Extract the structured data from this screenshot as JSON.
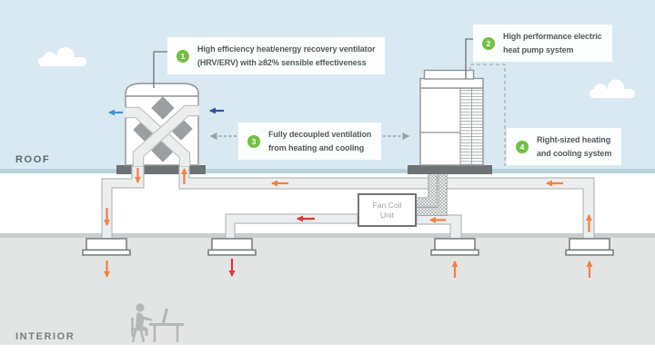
{
  "scene": {
    "roof_label": "ROOF",
    "interior_label": "INTERIOR"
  },
  "callouts": [
    {
      "number": "1",
      "line1": "High efficiency heat/energy recovery ventilator",
      "line2": "(HRV/ERV) with ≥82% sensible effectiveness"
    },
    {
      "number": "2",
      "line1": "High performance electric",
      "line2": "heat pump system"
    },
    {
      "number": "3",
      "line1": "Fully decoupled ventilation",
      "line2": "from heating and cooling"
    },
    {
      "number": "4",
      "line1": "Right-sized heating",
      "line2": "and cooling system"
    }
  ],
  "fan_coil_unit": {
    "line1": "Fan Coil",
    "line2": "Unit"
  },
  "icons": [
    "hrv-erv-unit-icon",
    "heat-pump-unit-icon",
    "fan-coil-unit-box",
    "ceiling-diffuser-icon",
    "cloud-icon",
    "person-at-desk-icon",
    "flow-arrow-icon",
    "dashed-pointer-arrow-icon",
    "callout-number-badge"
  ],
  "colors": {
    "sky": "#d9e9f1",
    "roof_edge": "#b8d1dc",
    "interior": "#e3e4e4",
    "ceiling_line": "#c9cdce",
    "badge_green": "#72bf44",
    "supply_orange": "#f0823f",
    "conditioned_red": "#e5313a",
    "intake_blue_dark": "#30519f",
    "exhaust_blue_light": "#4a90d8",
    "equipment_base_gray": "#6d7275",
    "callout_text": "#55585c"
  }
}
